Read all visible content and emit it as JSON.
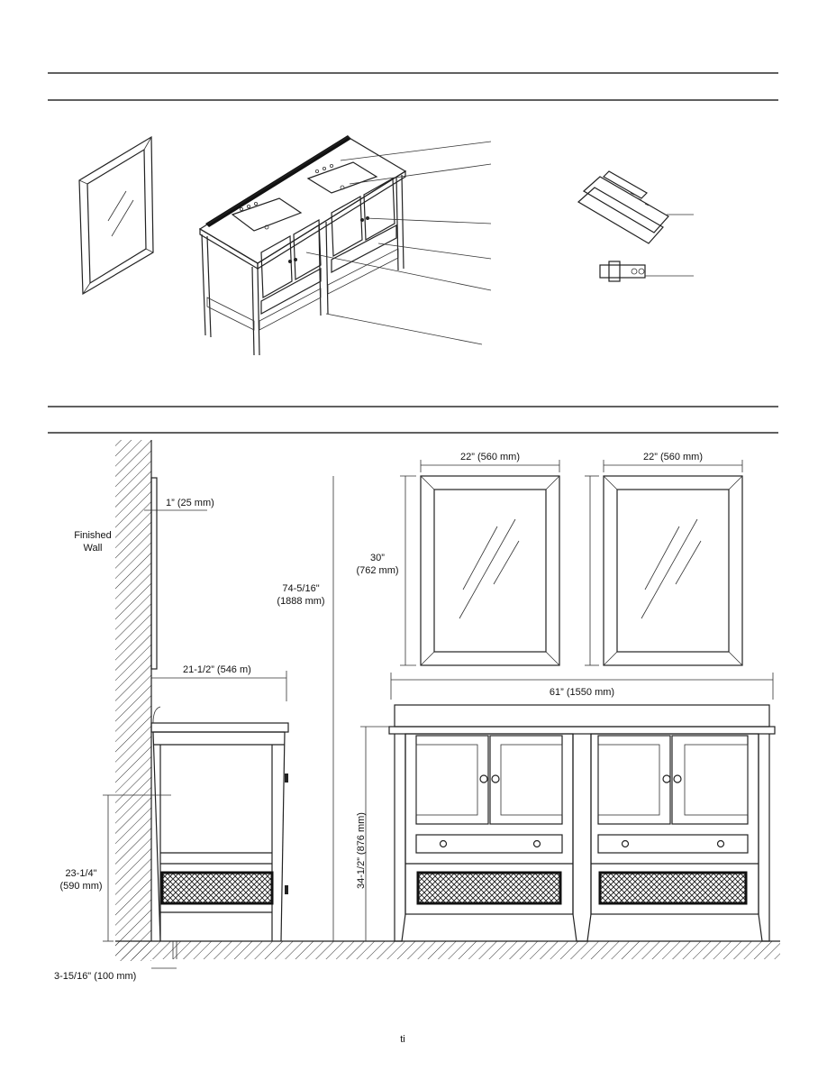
{
  "side_view": {
    "mirror_offset": "1” (25 mm)",
    "finished_wall_line1": "Finished",
    "finished_wall_line2": "Wall",
    "vanity_depth": "21-1/2” (546 m)",
    "drain_height_line1": "23-1/4\"",
    "drain_height_line2": "(590 mm)",
    "drain_offset": "3-15/16\" (100 mm)"
  },
  "front_view": {
    "total_height_line1": "74-5/16\"",
    "total_height_line2": "(1888 mm)",
    "mirror_width_left": "22” (560 mm)",
    "mirror_width_right": "22” (560 mm)",
    "mirror_height_line1": "30”",
    "mirror_height_line2": "(762 mm)",
    "vanity_width": "61” (1550 mm)",
    "vanity_height": "34-1/2” (876 mm)"
  },
  "footer": {
    "page_mark": "ti"
  }
}
